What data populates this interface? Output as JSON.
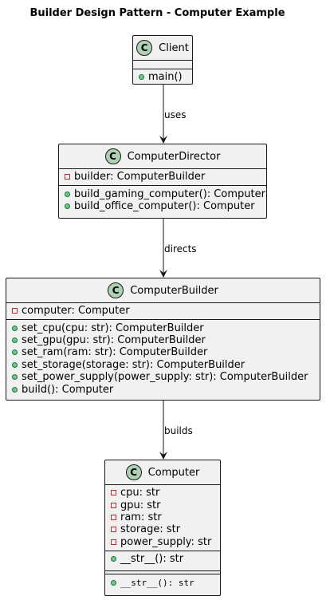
{
  "title": "Builder Design Pattern - Computer Example",
  "classes": {
    "client": {
      "name": "Client",
      "stereotype_letter": "C",
      "attributes": [],
      "methods": [
        "main()"
      ]
    },
    "director": {
      "name": "ComputerDirector",
      "stereotype_letter": "C",
      "attributes": [
        "builder: ComputerBuilder"
      ],
      "methods": [
        "build_gaming_computer(): Computer",
        "build_office_computer(): Computer"
      ]
    },
    "builder": {
      "name": "ComputerBuilder",
      "stereotype_letter": "C",
      "attributes": [
        "computer: Computer"
      ],
      "methods": [
        "set_cpu(cpu: str): ComputerBuilder",
        "set_gpu(gpu: str): ComputerBuilder",
        "set_ram(ram: str): ComputerBuilder",
        "set_storage(storage: str): ComputerBuilder",
        "set_power_supply(power_supply: str): ComputerBuilder",
        "build(): Computer"
      ]
    },
    "computer": {
      "name": "Computer",
      "stereotype_letter": "C",
      "attributes": [
        "cpu: str",
        "gpu: str",
        "ram: str",
        "storage: str",
        "power_supply: str"
      ],
      "methods": [
        "__str__(): str"
      ],
      "extra_methods": [
        "__str__(): str"
      ]
    }
  },
  "relations": {
    "client_director": "uses",
    "director_builder": "directs",
    "builder_computer": "builds"
  },
  "colors": {
    "box_fill": "#f1f1f1",
    "border": "#181818",
    "class_badge": "#add1b2",
    "private_marker": "#c82930",
    "public_marker": "#84be84"
  }
}
